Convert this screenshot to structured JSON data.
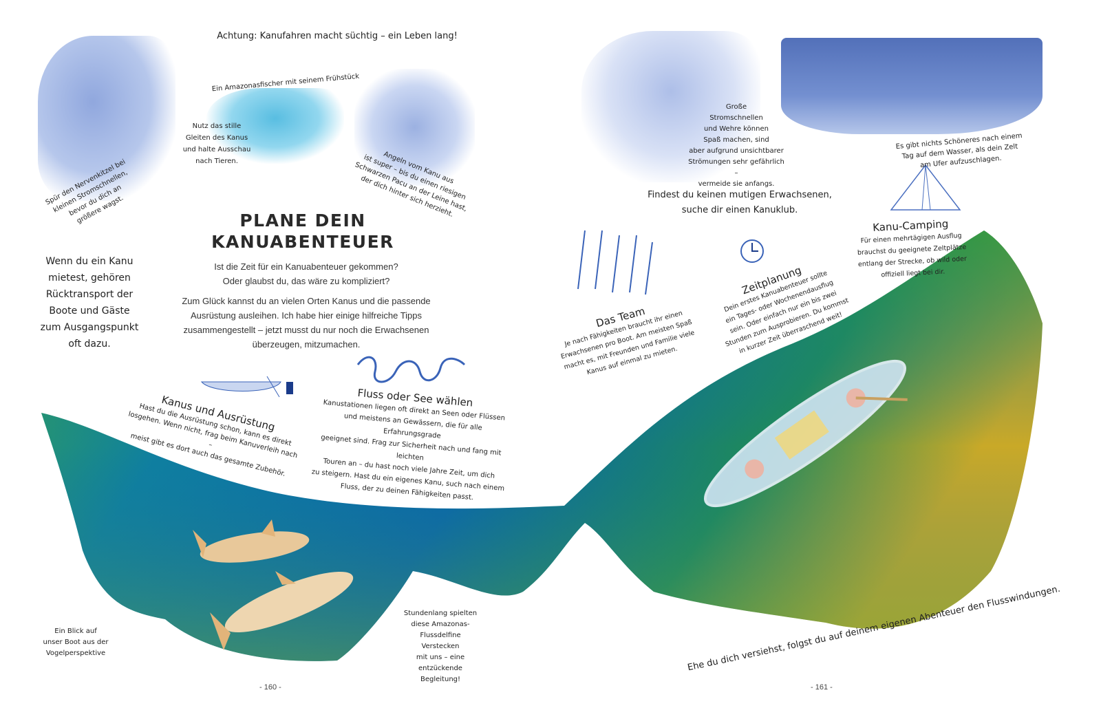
{
  "left_page": {
    "top_heading": "Achtung: Kanufahren macht süchtig – ein Leben lang!",
    "kingfisher_caption": "Ein Amazonasfischer mit seinem Frühstück",
    "glide_caption": [
      "Nutz das stille",
      "Gleiten des Kanus",
      "und halte Ausschau",
      "nach Tieren."
    ],
    "rapids_caption": [
      "Spür den Nervenkitzel bei",
      "kleinen Stromschnellen,",
      "bevor du dich an",
      "größere wagst."
    ],
    "fishing_caption": [
      "Angeln vom Kanu aus",
      "ist super – bis du einen riesigen",
      "Schwarzen Pacu an der Leine hast,",
      "der dich hinter sich herzieht."
    ],
    "title": [
      "PLANE DEIN",
      "KANUABENTEUER"
    ],
    "intro_1": [
      "Ist die Zeit für ein Kanuabenteuer gekommen?",
      "Oder glaubst du, das wäre zu kompliziert?"
    ],
    "intro_2": [
      "Zum Glück kannst du an vielen Orten Kanus und die passende",
      "Ausrüstung ausleihen. Ich habe hier einige hilfreiche Tipps",
      "zusammengestellt – jetzt musst du nur noch die Erwachsenen",
      "überzeugen, mitzumachen."
    ],
    "rental_note": [
      "Wenn du ein Kanu",
      "mietest, gehören",
      "Rücktransport der",
      "Boote und Gäste",
      "zum Ausgangspunkt",
      "oft dazu."
    ],
    "equipment": {
      "heading": "Kanus und Ausrüstung",
      "text": [
        "Hast du die Ausrüstung schon, kann es direkt",
        "losgehen. Wenn nicht, frag beim Kanuverleih nach –",
        "meist gibt es dort auch das gesamte Zubehör."
      ]
    },
    "river_lake": {
      "heading": "Fluss oder See wählen",
      "text": [
        "Kanustationen liegen oft direkt an Seen oder Flüssen",
        "und meistens an Gewässern, die für alle Erfahrungsgrade",
        "geeignet sind. Frag zur Sicherheit nach und fang mit leichten",
        "Touren an – du hast noch viele Jahre Zeit, um dich",
        "zu steigern. Hast du ein eigenes Kanu, such nach einem",
        "Fluss, der zu deinen Fähigkeiten passt."
      ]
    },
    "birdseye_caption": [
      "Ein Blick auf",
      "unser Boot aus der",
      "Vogelperspektive"
    ],
    "dolphin_caption": [
      "Stundenlang spielten",
      "diese Amazonas-",
      "Flussdelfine Verstecken",
      "mit uns – eine",
      "entzückende Begleitung!"
    ],
    "page_number": "- 160 -"
  },
  "right_page": {
    "weirs_caption": [
      "Große",
      "Stromschnellen",
      "und Wehre können",
      "Spaß machen, sind",
      "aber aufgrund unsichtbarer",
      "Strömungen sehr gefährlich –",
      "vermeide sie anfangs."
    ],
    "camping_caption": [
      "Es gibt nichts Schöneres nach einem",
      "Tag auf dem Wasser, als dein Zelt",
      "am Ufer aufzuschlagen."
    ],
    "club_note": [
      "Findest du keinen mutigen Erwachsenen,",
      "suche dir einen Kanuklub."
    ],
    "team": {
      "heading": "Das Team",
      "text": [
        "Je nach Fähigkeiten braucht ihr einen",
        "Erwachsenen pro Boot. Am meisten Spaß",
        "macht es, mit Freunden und Familie viele",
        "Kanus auf einmal zu mieten."
      ]
    },
    "time": {
      "heading": "Zeitplanung",
      "text": [
        "Dein erstes Kanuabenteuer sollte",
        "ein Tages- oder Wochenendausflug",
        "sein. Oder einfach nur ein bis zwei",
        "Stunden zum Ausprobieren. Du kommst",
        "in kurzer Zeit überraschend weit!"
      ]
    },
    "camping": {
      "heading": "Kanu-Camping",
      "text": [
        "Für einen mehrtägigen Ausflug",
        "brauchst du geeignete Zeltplätze",
        "entlang der Strecke, ob wild oder",
        "offiziell liegt bei dir."
      ]
    },
    "closing_line": "Ehe du dich versiehst, folgst du auf deinem eigenen Abenteuer den Flusswindungen.",
    "page_number": "- 161 -"
  },
  "colors": {
    "sketch_blue": "#3a63b8",
    "river_green": "#2f9a4a",
    "river_blue": "#0f6fa8",
    "river_yellow": "#c9a928"
  }
}
